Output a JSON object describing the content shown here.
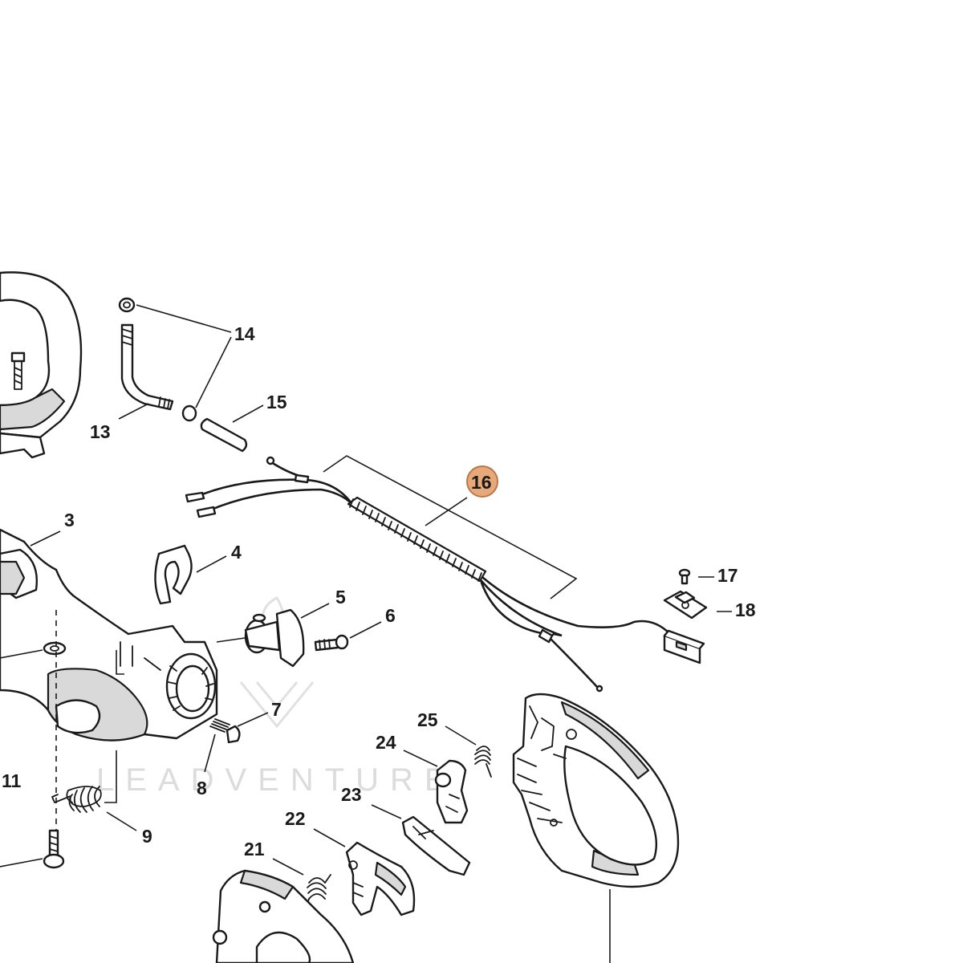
{
  "watermark": {
    "text": "LEADVENTURE"
  },
  "highlight": {
    "color": "#e7a87a",
    "stroke": "#b9784a",
    "part": "16"
  },
  "callouts": [
    {
      "id": "3",
      "label": "3"
    },
    {
      "id": "4",
      "label": "4"
    },
    {
      "id": "5",
      "label": "5"
    },
    {
      "id": "6",
      "label": "6"
    },
    {
      "id": "7",
      "label": "7"
    },
    {
      "id": "8",
      "label": "8"
    },
    {
      "id": "9",
      "label": "9"
    },
    {
      "id": "11",
      "label": "11"
    },
    {
      "id": "13",
      "label": "13"
    },
    {
      "id": "14",
      "label": "14"
    },
    {
      "id": "15",
      "label": "15"
    },
    {
      "id": "16",
      "label": "16"
    },
    {
      "id": "17",
      "label": "17"
    },
    {
      "id": "18",
      "label": "18"
    },
    {
      "id": "21",
      "label": "21"
    },
    {
      "id": "22",
      "label": "22"
    },
    {
      "id": "23",
      "label": "23"
    },
    {
      "id": "24",
      "label": "24"
    },
    {
      "id": "25",
      "label": "25"
    }
  ]
}
